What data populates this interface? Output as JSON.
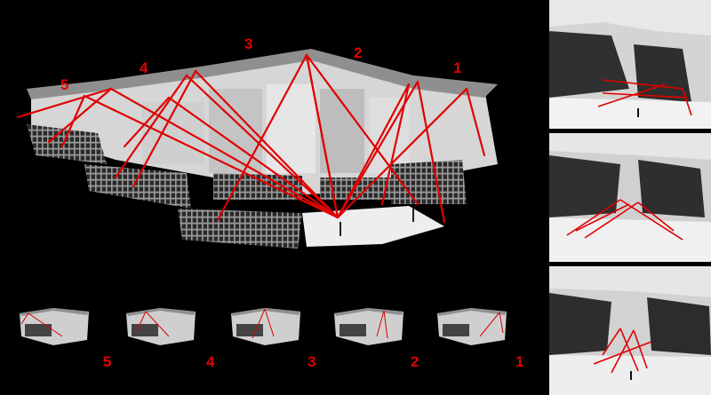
{
  "main_labels": [
    "3",
    "2",
    "4",
    "1",
    "5"
  ],
  "thumbnails": [
    {
      "label": "5"
    },
    {
      "label": "4"
    },
    {
      "label": "3"
    },
    {
      "label": "2"
    },
    {
      "label": "1"
    }
  ],
  "colors": {
    "background": "#000000",
    "rays": "#e00000",
    "seats": "#333333",
    "walls": "#d9d9d9"
  }
}
